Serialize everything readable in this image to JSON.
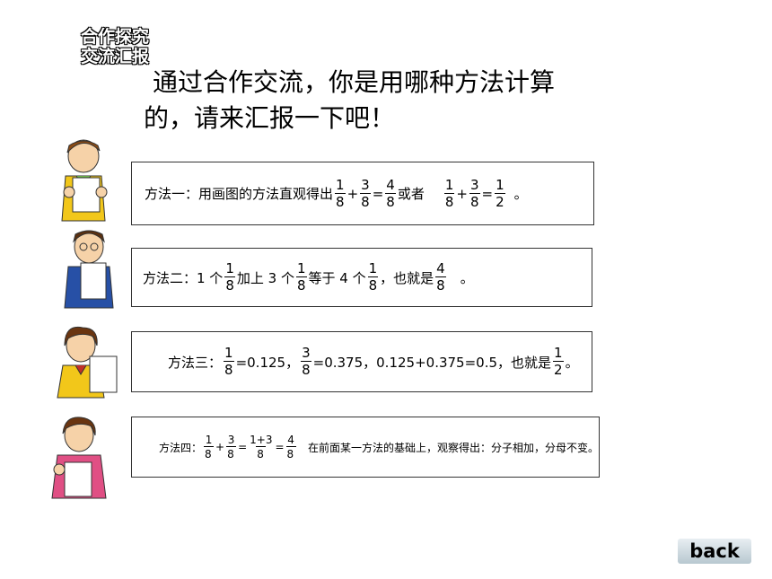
{
  "badge": {
    "line1": "合作探究",
    "line2": "交流汇报"
  },
  "intro": {
    "line1": "通过合作交流，你是用哪种方法计算",
    "line2": "的，请来汇报一下吧！"
  },
  "method1": {
    "label": "方法一：用画图的方法直观得出",
    "f1": {
      "n": "1",
      "d": "8"
    },
    "op1": "+",
    "f2": {
      "n": "3",
      "d": "8"
    },
    "eq1": "=",
    "f3": {
      "n": "4",
      "d": "8"
    },
    "mid": "或者",
    "g1": {
      "n": "1",
      "d": "8"
    },
    "op2": "+",
    "g2": {
      "n": "3",
      "d": "8"
    },
    "eq2": "=",
    "g3": {
      "n": "1",
      "d": "2"
    },
    "end": "。"
  },
  "method2": {
    "t1": "方法二：1 个",
    "f1": {
      "n": "1",
      "d": "8"
    },
    "t2": "加上 3 个",
    "f2": {
      "n": "1",
      "d": "8"
    },
    "t3": "等于 4 个",
    "f3": {
      "n": "1",
      "d": "8"
    },
    "t4": "，也就是",
    "f4": {
      "n": "4",
      "d": "8"
    },
    "end": "。"
  },
  "method3": {
    "t1": "方法三：",
    "f1": {
      "n": "1",
      "d": "8"
    },
    "t2": "=0.125，",
    "f2": {
      "n": "3",
      "d": "8"
    },
    "t3": "=0.375，0.125+0.375=0.5，也就是",
    "f3": {
      "n": "1",
      "d": "2"
    },
    "end": "。"
  },
  "method4": {
    "t1": "方法四：",
    "f1": {
      "n": "1",
      "d": "8"
    },
    "op1": "+",
    "f2": {
      "n": "3",
      "d": "8"
    },
    "eq1": "=",
    "f3": {
      "n": "1+3",
      "d": "8"
    },
    "eq2": "=",
    "f4": {
      "n": "4",
      "d": "8"
    },
    "t2": "在前面某一方法的基础上，观察得出：分子相加，分母不变。"
  },
  "back_label": "back",
  "colors": {
    "border": "#333333",
    "text": "#000000",
    "badge_text": "#ffffff"
  }
}
